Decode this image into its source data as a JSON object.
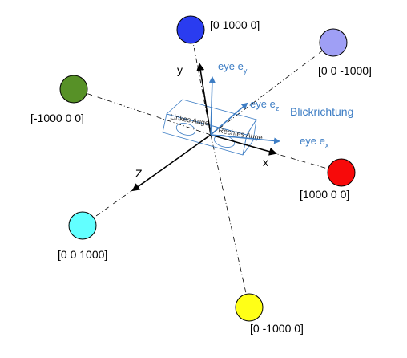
{
  "spheres": [
    {
      "label": "[0 1000 0]",
      "color": "#2a3cf0"
    },
    {
      "label": "[0 0 -1000]",
      "color": "#9f9ff5"
    },
    {
      "label": "[-1000 0 0]",
      "color": "#579127"
    },
    {
      "label": "[1000 0 0]",
      "color": "#f70a0a"
    },
    {
      "label": "[0 0 1000]",
      "color": "#62ffff"
    },
    {
      "label": "[0 -1000 0]",
      "color": "#ffff17"
    }
  ],
  "axes": {
    "x": "x",
    "y": "y",
    "z": "Z"
  },
  "eye": {
    "ey": {
      "base": "eye e",
      "sub": "y"
    },
    "ez": {
      "base": "eye e",
      "sub": "z"
    },
    "ex": {
      "base": "eye e",
      "sub": "x"
    },
    "direction": "Blickrichtung"
  },
  "glasses": {
    "left": "Linkes Auge",
    "right": "Rechtes Auge"
  },
  "colors": {
    "eye_vectors": "#3d7dc4",
    "axes": "#000000",
    "guides": "#000000"
  }
}
